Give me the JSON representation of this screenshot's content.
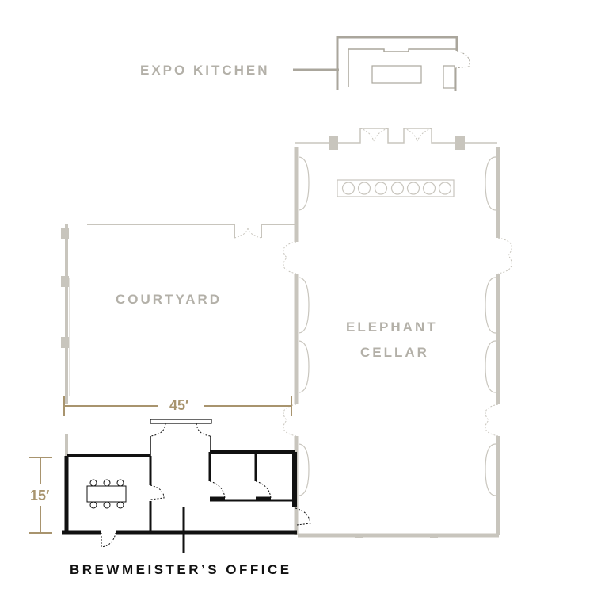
{
  "rooms": {
    "expo_kitchen": "EXPO KITCHEN",
    "courtyard": "COURTYARD",
    "elephant_cellar_line1": "ELEPHANT",
    "elephant_cellar_line2": "CELLAR",
    "brewmeisters_office": "BREWMEISTER’S OFFICE"
  },
  "dimensions": {
    "width": "45′",
    "height": "15′"
  },
  "colors": {
    "wall_grey": "#c8c5bd",
    "label_grey": "#b3b0a8",
    "dimension_gold": "#a8946e",
    "highlight_black": "#111111"
  }
}
